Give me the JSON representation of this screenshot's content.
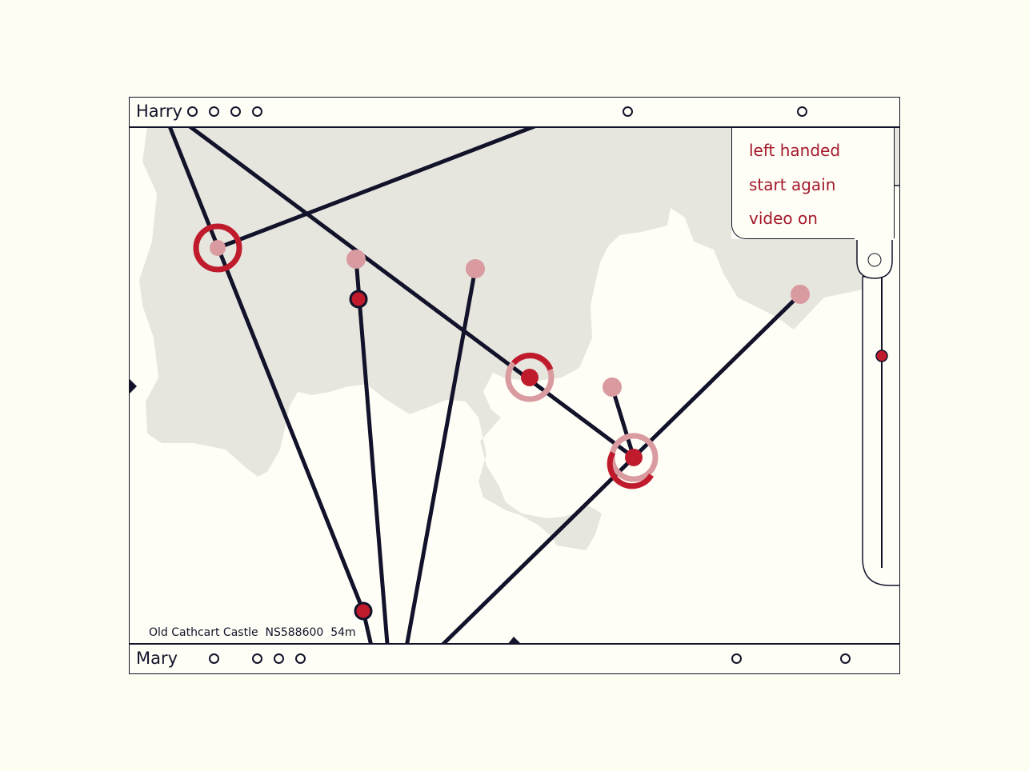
{
  "players": {
    "top": {
      "name": "Harry"
    },
    "bottom": {
      "name": "Mary"
    }
  },
  "menu": {
    "items": [
      "left handed",
      "start again",
      "video on"
    ]
  },
  "location": {
    "name": "Old Cathcart Castle",
    "grid_ref": "NS588600",
    "elevation": "54m"
  },
  "colors": {
    "background": "#fdfdf1",
    "land": "#e6e6df",
    "line": "#12122a",
    "accent": "#c01b2c",
    "accent_faint": "#d99aa0",
    "menu_text": "#a3182b"
  }
}
